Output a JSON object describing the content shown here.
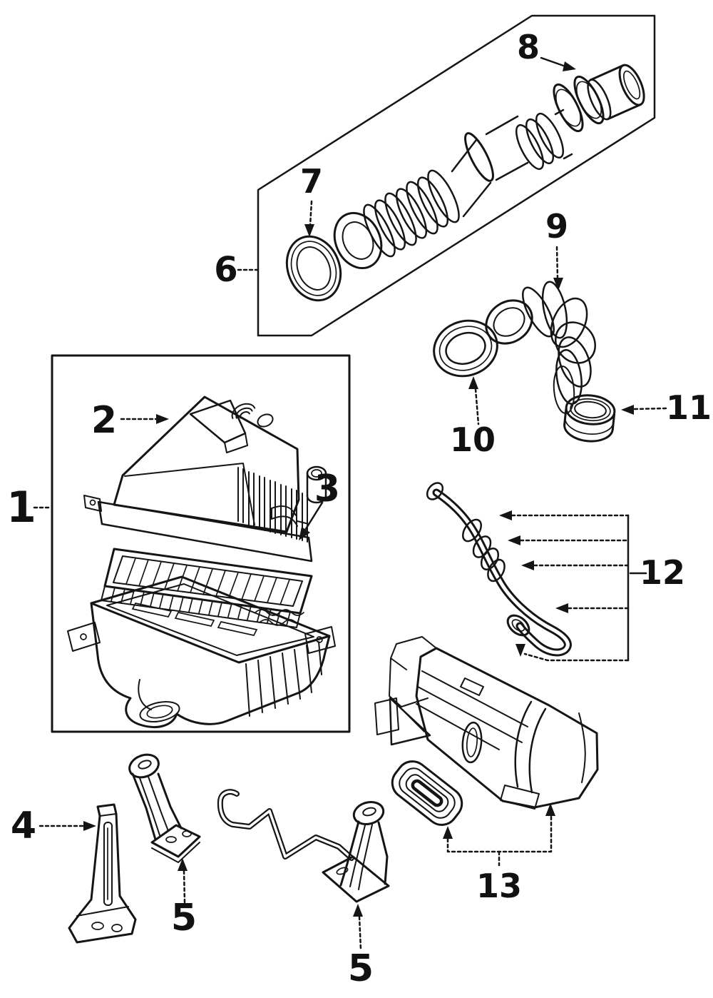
{
  "diagram": {
    "type": "exploded-parts-diagram",
    "subject": "engine air intake / air cleaner assembly",
    "background_color": "#ffffff",
    "line_color": "#151515",
    "callouts": [
      {
        "id": "1",
        "label": "1"
      },
      {
        "id": "2",
        "label": "2"
      },
      {
        "id": "3",
        "label": "3"
      },
      {
        "id": "4",
        "label": "4"
      },
      {
        "id": "5a",
        "label": "5"
      },
      {
        "id": "5b",
        "label": "5"
      },
      {
        "id": "6",
        "label": "6"
      },
      {
        "id": "7",
        "label": "7"
      },
      {
        "id": "8",
        "label": "8"
      },
      {
        "id": "9",
        "label": "9"
      },
      {
        "id": "10",
        "label": "10"
      },
      {
        "id": "11",
        "label": "11"
      },
      {
        "id": "12",
        "label": "12"
      },
      {
        "id": "13",
        "label": "13"
      }
    ]
  }
}
